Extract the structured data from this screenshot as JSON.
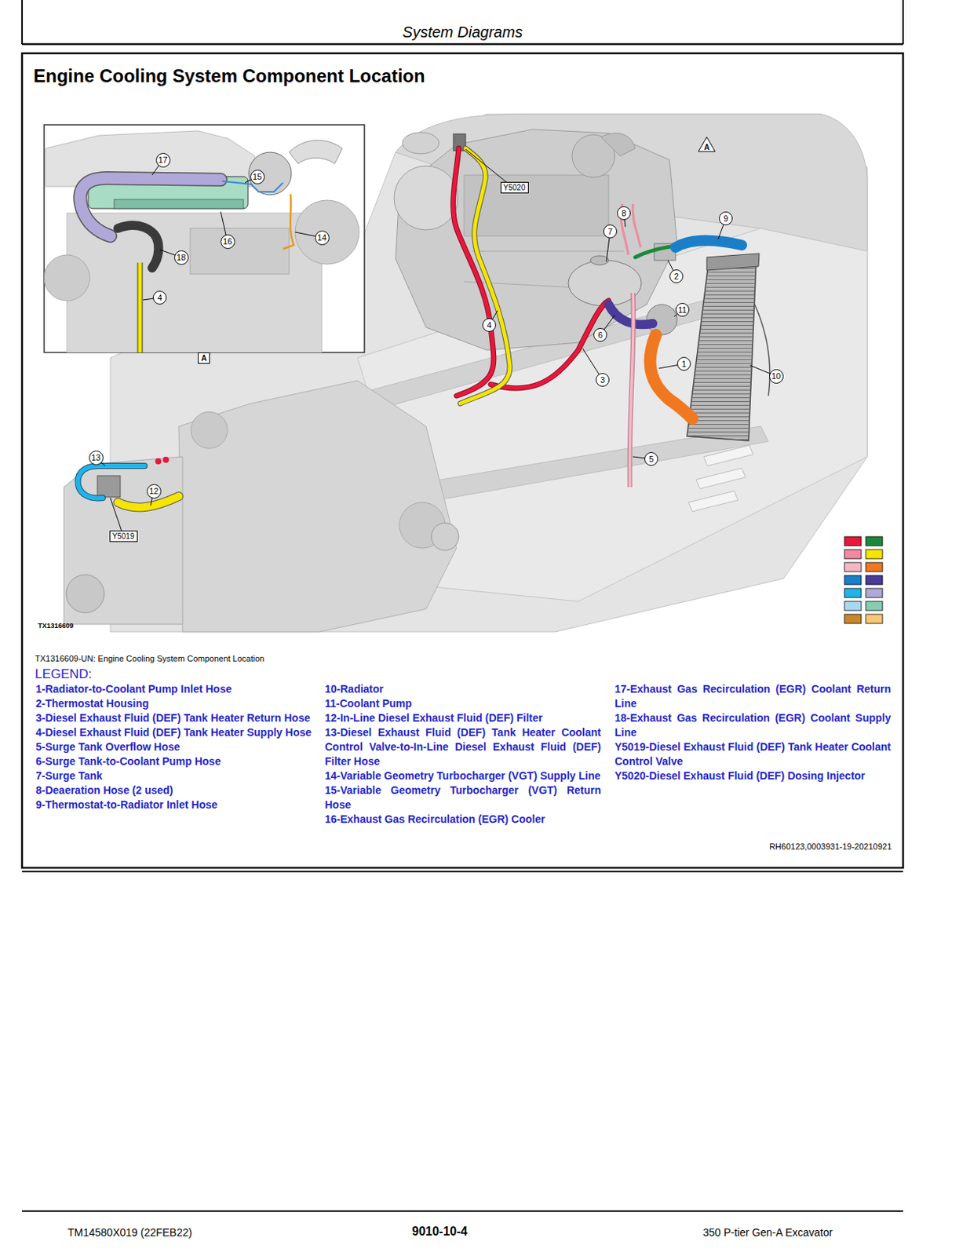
{
  "diagram": {
    "title": "Engine Cooling System Component Location",
    "caption": "TX1316609-UN: Engine Cooling System Component Location",
    "nodes": [
      {
        "text": [
          "17"
        ]
      },
      {
        "text": [
          "15"
        ]
      },
      {
        "text": [
          "16"
        ]
      },
      {
        "text": [
          "18"
        ]
      },
      {
        "text": [
          "14"
        ]
      },
      {
        "text": [
          "4"
        ]
      },
      {
        "text": [
          "A"
        ]
      },
      {
        "text": [
          "Y5020"
        ]
      },
      {
        "text": [
          "A"
        ]
      },
      {
        "text": [
          "8"
        ]
      },
      {
        "text": [
          "9"
        ]
      },
      {
        "text": [
          "7"
        ]
      },
      {
        "text": [
          "2"
        ]
      },
      {
        "text": [
          "11"
        ]
      },
      {
        "text": [
          "6"
        ]
      },
      {
        "text": [
          "4"
        ]
      },
      {
        "text": [
          "3"
        ]
      },
      {
        "text": [
          "1"
        ]
      },
      {
        "text": [
          "10"
        ]
      },
      {
        "text": [
          "13"
        ]
      },
      {
        "text": [
          "12"
        ]
      },
      {
        "text": [
          "5"
        ]
      },
      {
        "text": [
          "Y5019"
        ]
      }
    ],
    "labels": [
      "System Diagrams",
      "TX1316609",
      "LEGEND:",
      "RH60123,0003931-19-20210921",
      "TM14580X019 (22FEB22)",
      "9010-10-4",
      "350 P-tier Gen-A Excavator"
    ],
    "legend": [
      {
        "text": "1-Radiator-to-Coolant Pump Inlet Hose"
      },
      {
        "text": "2-Thermostat Housing"
      },
      {
        "text": "3-Diesel Exhaust Fluid (DEF) Tank Heater Return Hose"
      },
      {
        "text": "4-Diesel Exhaust Fluid (DEF) Tank Heater Supply Hose"
      },
      {
        "text": "5-Surge Tank Overflow Hose"
      },
      {
        "text": "6-Surge Tank-to-Coolant Pump Hose"
      },
      {
        "text": "7-Surge Tank"
      },
      {
        "text": "8-Deaeration Hose (2 used)"
      },
      {
        "text": "9-Thermostat-to-Radiator Inlet Hose"
      },
      {
        "text": "10-Radiator"
      },
      {
        "text": "11-Coolant Pump"
      },
      {
        "text": "12-In-Line Diesel Exhaust Fluid (DEF) Filter"
      },
      {
        "text": "13-Diesel Exhaust Fluid (DEF) Tank Heater Coolant Control Valve-to-In-Line Diesel Exhaust Fluid (DEF) Filter Hose"
      },
      {
        "text": "14-Variable Geometry Turbocharger (VGT) Supply Line"
      },
      {
        "text": "15-Variable Geometry Turbocharger (VGT) Return Hose"
      },
      {
        "text": "16-Exhaust Gas Recirculation (EGR) Cooler"
      },
      {
        "text": "17-Exhaust Gas Recirculation (EGR) Coolant Return Line"
      },
      {
        "text": "18-Exhaust Gas Recirculation (EGR) Coolant Supply Line"
      },
      {
        "text": "Y5019-Diesel Exhaust Fluid (DEF) Tank Heater Coolant Control Valve"
      },
      {
        "text": "Y5020-Diesel Exhaust Fluid (DEF) Dosing Injector"
      }
    ]
  }
}
